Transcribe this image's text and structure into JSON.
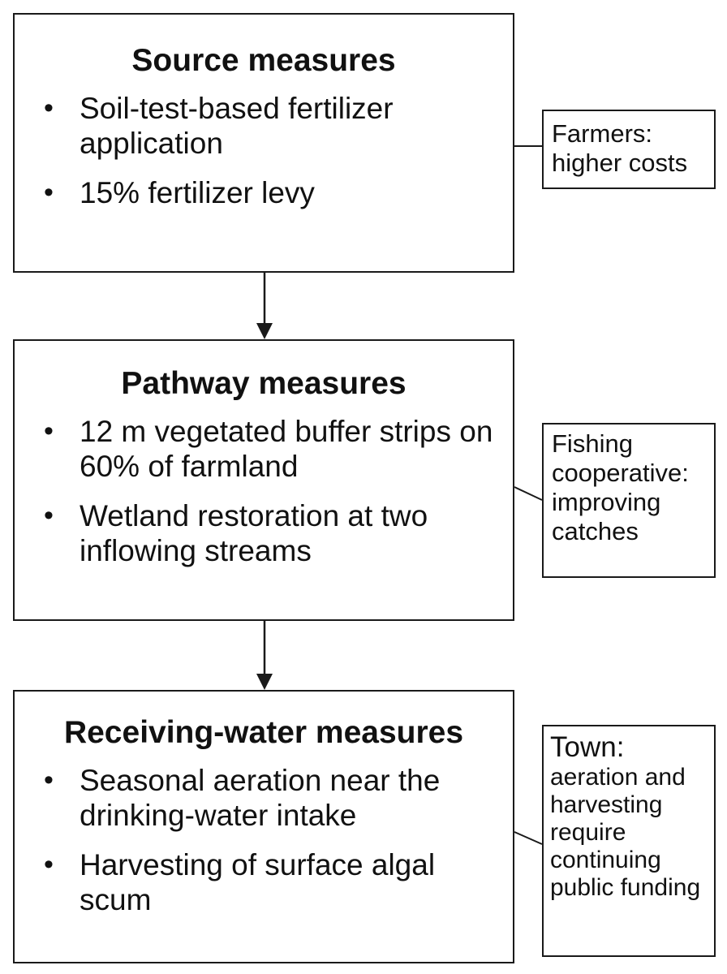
{
  "boxes": {
    "source": {
      "title": "Source measures",
      "items": [
        "Soil-test-based fertilizer application",
        "15% fertilizer levy"
      ]
    },
    "pathway": {
      "title": "Pathway measures",
      "items": [
        "12 m vegetated buffer strips on 60% of farmland",
        "Wetland restoration at two inflowing streams"
      ]
    },
    "receiving": {
      "title": "Receiving-water measures",
      "items": [
        "Seasonal aeration near the drinking-water intake",
        "Harvesting of surface algal scum"
      ]
    }
  },
  "stakeholders": {
    "farmers": "Farmers: higher costs",
    "fishing": "Fishing cooperative: improving catches",
    "town_lead": "Town:",
    "town_rest": "aeration and harvesting require continuing public funding"
  },
  "bullet_glyph": "•"
}
